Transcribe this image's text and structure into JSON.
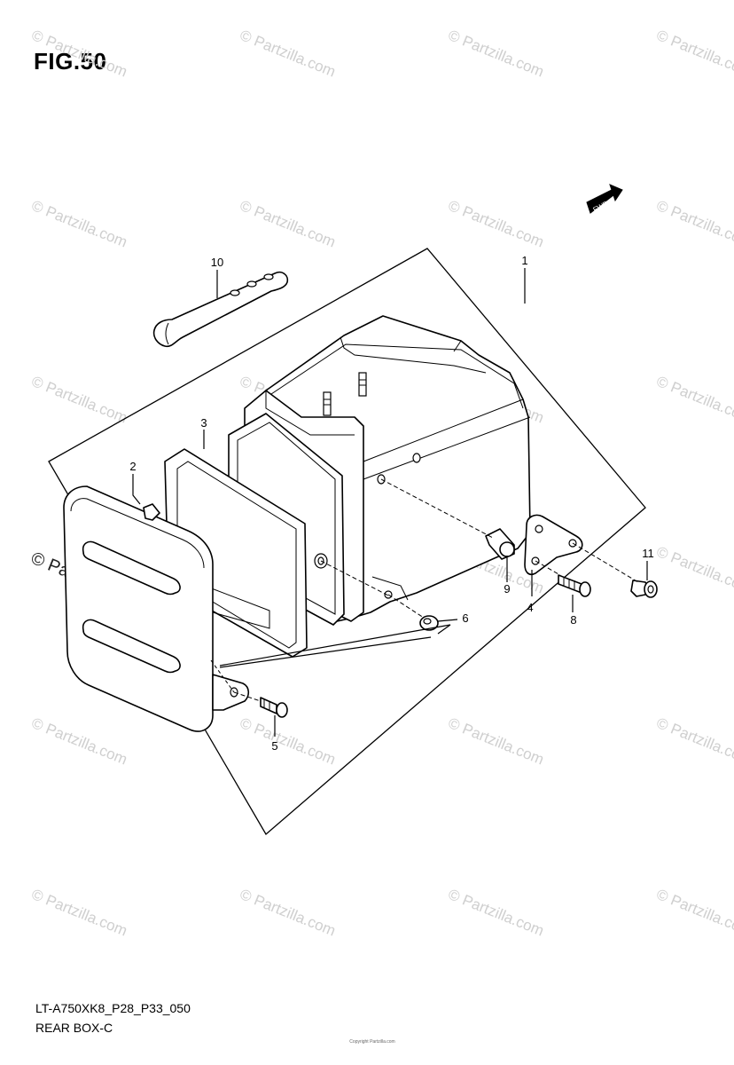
{
  "figure": {
    "title": "FIG.50",
    "model_code": "LT-A750XK8_P28_P33_050",
    "section_name": "REAR BOX-C",
    "fwd_label": "FWD"
  },
  "callouts": [
    "1",
    "2",
    "3",
    "4",
    "5",
    "6",
    "8",
    "9",
    "10",
    "11"
  ],
  "watermark": {
    "text": "© Partzilla.com",
    "highlight_text": "© Partzilla.com"
  },
  "copyright_strip": "Copyright Partzilla.com"
}
